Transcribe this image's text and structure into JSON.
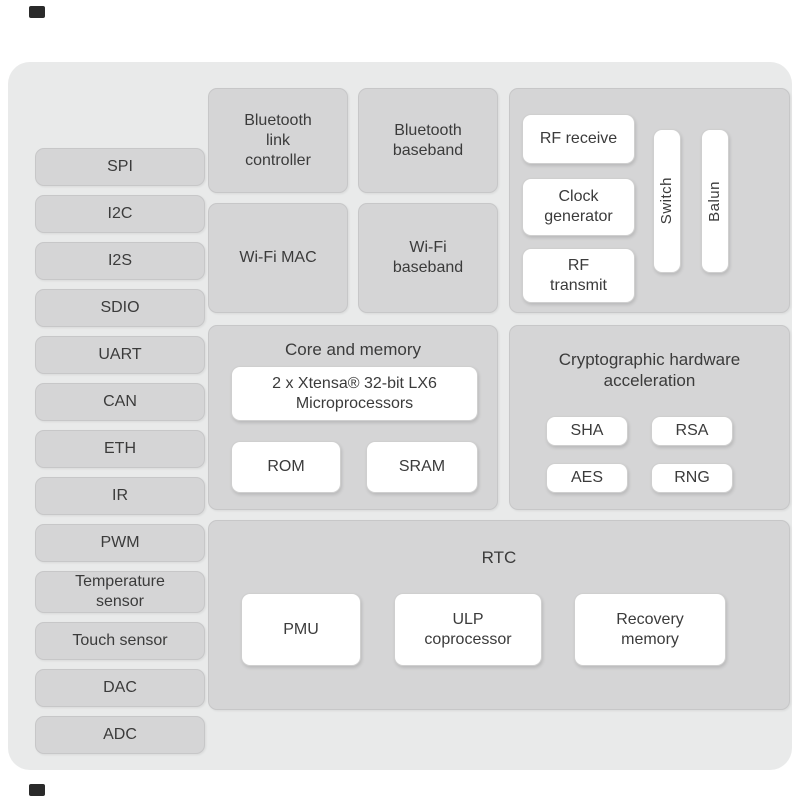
{
  "left": {
    "items": [
      "SPI",
      "I2C",
      "I2S",
      "SDIO",
      "UART",
      "CAN",
      "ETH",
      "IR",
      "PWM",
      "Temperature sensor",
      "Touch sensor",
      "DAC",
      "ADC"
    ]
  },
  "bt": {
    "link_controller": "Bluetooth link controller",
    "baseband": "Bluetooth baseband"
  },
  "wifi": {
    "mac": "Wi-Fi MAC",
    "baseband": "Wi-Fi baseband"
  },
  "radio": {
    "rf_receive": "RF receive",
    "clock_generator": "Clock generator",
    "rf_transmit": "RF transmit",
    "switch": "Switch",
    "balun": "Balun"
  },
  "core": {
    "title": "Core and memory",
    "cpu": "2 x Xtensa® 32-bit LX6 Microprocessors",
    "rom": "ROM",
    "sram": "SRAM"
  },
  "crypto": {
    "title": "Cryptographic hardware acceleration",
    "sha": "SHA",
    "rsa": "RSA",
    "aes": "AES",
    "rng": "RNG"
  },
  "rtc": {
    "title": "RTC",
    "pmu": "PMU",
    "ulp": "ULP coprocessor",
    "recovery": "Recovery memory"
  },
  "colors": {
    "board_bg": "#e9eaea",
    "gray_block": "#d5d5d6",
    "white_block": "#ffffff",
    "text": "#3b3b3b"
  }
}
